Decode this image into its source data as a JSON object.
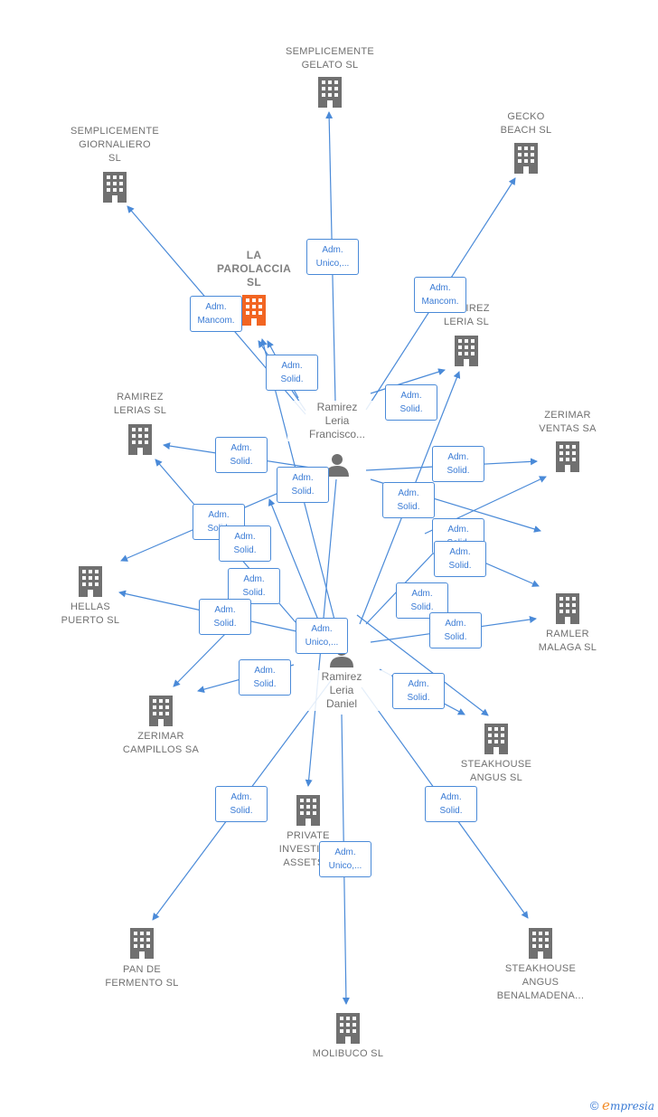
{
  "companies": [
    {
      "id": "semplicemente-gelato-sl",
      "label": "SEMPLICEMENTE\nGELATO  SL",
      "main": false
    },
    {
      "id": "gecko-beach-sl",
      "label": "GECKO\nBEACH  SL",
      "main": false
    },
    {
      "id": "semplicemente-giornaliero-sl",
      "label": "SEMPLICEMENTE\nGIORNALIERO\nSL",
      "main": false
    },
    {
      "id": "la-parolaccia-sl",
      "label": "LA\nPAROLACCIA\nSL",
      "main": true
    },
    {
      "id": "ramirez-leria-sl",
      "label": "RAMIREZ\nLERIA  SL",
      "main": false
    },
    {
      "id": "ramirez-lerias-sl",
      "label": "RAMIREZ\nLERIAS SL",
      "main": false
    },
    {
      "id": "zerimar-ventas-sa",
      "label": "ZERIMAR\nVENTAS SA",
      "main": false
    },
    {
      "id": "hellas-puerto-sl",
      "label": "HELLAS\nPUERTO SL",
      "main": false
    },
    {
      "id": "ramler-malaga-sl",
      "label": "RAMLER\nMALAGA  SL",
      "main": false
    },
    {
      "id": "zerimar-campillos-sa",
      "label": "ZERIMAR\nCAMPILLOS SA",
      "main": false
    },
    {
      "id": "steakhouse-angus-sl",
      "label": "STEAKHOUSE\nANGUS  SL",
      "main": false
    },
    {
      "id": "private-investment-assets",
      "label": "PRIVATE\nINVESTIM...\nASSETS...",
      "main": false
    },
    {
      "id": "pan-de-fermento-sl",
      "label": "PAN DE\nFERMENTO  SL",
      "main": false
    },
    {
      "id": "steakhouse-angus-benalmadena",
      "label": "STEAKHOUSE\nANGUS\nBENALMADENA...",
      "main": false
    },
    {
      "id": "molibuco-sl",
      "label": "MOLIBUCO  SL",
      "main": false
    }
  ],
  "persons": [
    {
      "id": "ramirez-leria-francisco",
      "label": "Ramirez\nLeria\nFrancisco..."
    },
    {
      "id": "ramirez-leria-daniel",
      "label": "Ramirez\nLeria\nDaniel"
    }
  ],
  "roles": [
    {
      "id": "r1",
      "label": "Adm.\nUnico,..."
    },
    {
      "id": "r2",
      "label": "Adm.\nMancom."
    },
    {
      "id": "r3",
      "label": "Adm.\nMancom."
    },
    {
      "id": "r4",
      "label": "Adm.\nSolid."
    },
    {
      "id": "r5",
      "label": "Adm.\nSolid."
    },
    {
      "id": "r6",
      "label": "Adm.\nSolid."
    },
    {
      "id": "r7",
      "label": "Adm.\nSolid."
    },
    {
      "id": "r8",
      "label": "Adm.\nSolid."
    },
    {
      "id": "r9",
      "label": "Adm.\nSolid."
    },
    {
      "id": "r10",
      "label": "Adm.\nSolid."
    },
    {
      "id": "r11",
      "label": "Adm.\nSolid."
    },
    {
      "id": "r12",
      "label": "Adm.\nSolid."
    },
    {
      "id": "r13",
      "label": "Adm.\nSolid."
    },
    {
      "id": "r14",
      "label": "Adm.\nSolid."
    },
    {
      "id": "r15",
      "label": "Adm.\nSolid."
    },
    {
      "id": "r16",
      "label": "Adm.\nSolid."
    },
    {
      "id": "r17",
      "label": "Adm.\nUnico,..."
    },
    {
      "id": "r18",
      "label": "Adm.\nSolid."
    },
    {
      "id": "r19",
      "label": "Adm.\nSolid."
    },
    {
      "id": "r20",
      "label": "Adm.\nSolid."
    },
    {
      "id": "r21",
      "label": "Adm.\nSolid."
    },
    {
      "id": "r22",
      "label": "Adm.\nSolid."
    },
    {
      "id": "r23",
      "label": "Adm.\nUnico,..."
    }
  ],
  "colors": {
    "edge": "#4a8ad8",
    "building": "#707070",
    "main_building": "#f26522",
    "role_text": "#3a7bd5"
  },
  "icons": {
    "company": "building-icon",
    "person": "person-icon"
  },
  "footer": {
    "copyright": "©",
    "brand_first": "e",
    "brand_rest": "mpresia"
  }
}
